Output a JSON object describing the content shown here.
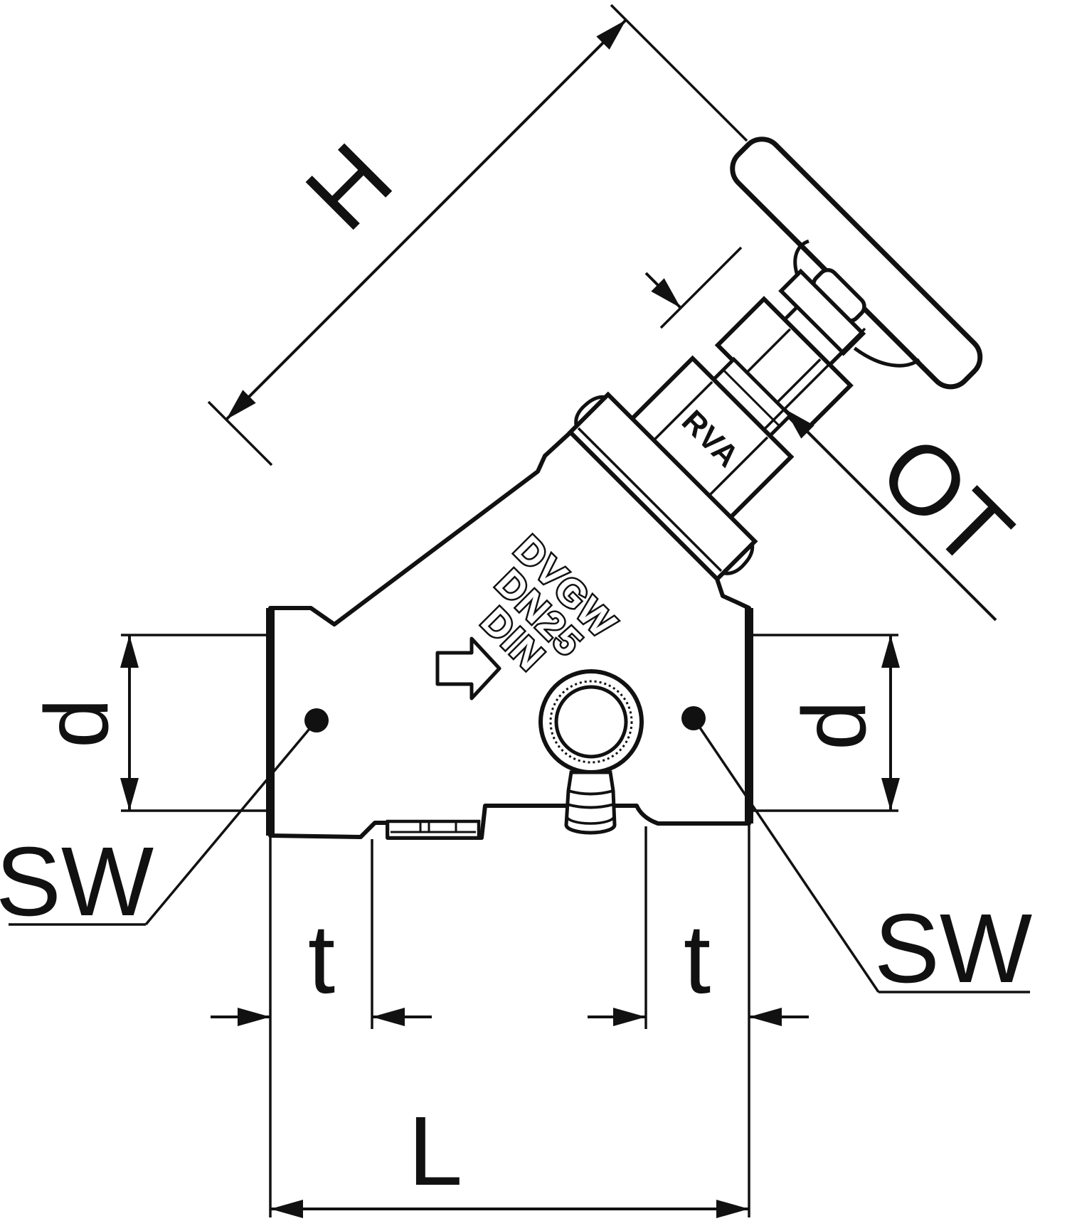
{
  "drawing": {
    "kind": "valve-technical-drawing",
    "colors": {
      "ink": "#111111",
      "paper": "#ffffff"
    },
    "dimensions": {
      "height": "H",
      "bonnet_top": "OT",
      "diameter_left": "d",
      "diameter_right": "d",
      "wrench_flat_left": "SW",
      "wrench_flat_right": "SW",
      "thread_depth_left": "t",
      "thread_depth_right": "t",
      "overall_length": "L"
    },
    "cast_markings": {
      "line1": "DVGW",
      "line2": "DN25",
      "line3": "DIN",
      "bonnet_mark": "RVA"
    }
  }
}
